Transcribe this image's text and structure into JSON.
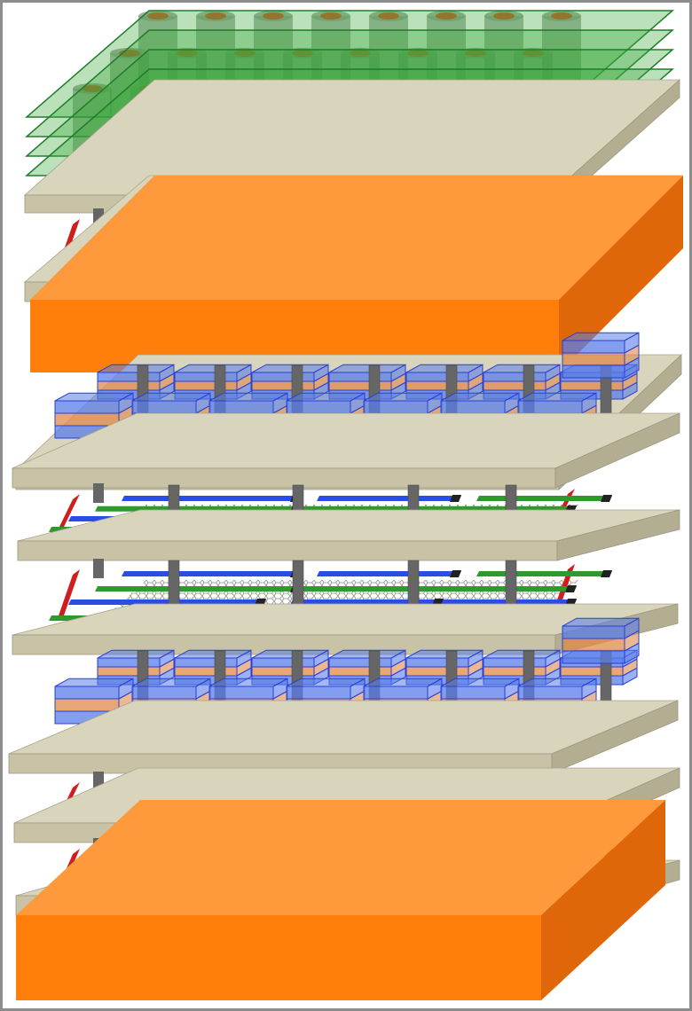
{
  "figure": {
    "kind": "3D monolithic layer stack illustration",
    "colors": {
      "background": "#ffffff",
      "frame_border": "#8c8c8c",
      "board_top": "#d9d4bc",
      "board_front": "#c8c2a6",
      "board_side": "#b3ad92",
      "substrate_front": "#ff7f0a",
      "substrate_top": "#ff9a3c",
      "substrate_side": "#e0660a",
      "green_plate": "#3aa83a",
      "green_plate_edge": "#1f7d2a",
      "cylinder": "#6a7c68",
      "cylinder_cap": "#c45a2c",
      "via": "#666666",
      "wire_blue": "#2a4de8",
      "wire_green": "#2e9a2e",
      "wire_red": "#d01e1e",
      "mesh": "#8a8a8a",
      "cube_blue": "#5a7de8",
      "cube_orange": "#e0894a",
      "cube_edge": "#2a3fd8"
    },
    "layers": [
      {
        "id": "sensor-plates",
        "type": "green-plates",
        "count": 4
      },
      {
        "id": "board-1",
        "type": "board"
      },
      {
        "id": "interconnect-1",
        "type": "interconnect"
      },
      {
        "id": "board-2",
        "type": "board"
      },
      {
        "id": "substrate-top",
        "type": "substrate"
      },
      {
        "id": "board-3",
        "type": "board"
      },
      {
        "id": "stack-cubes-1",
        "type": "cubes",
        "rows": 2
      },
      {
        "id": "board-4",
        "type": "board"
      },
      {
        "id": "interconnect-2",
        "type": "interconnect"
      },
      {
        "id": "board-5",
        "type": "board"
      },
      {
        "id": "interconnect-3",
        "type": "interconnect"
      },
      {
        "id": "board-6",
        "type": "board"
      },
      {
        "id": "stack-cubes-2",
        "type": "cubes",
        "rows": 2
      },
      {
        "id": "board-7",
        "type": "board"
      },
      {
        "id": "interconnect-4",
        "type": "interconnect"
      },
      {
        "id": "board-8",
        "type": "board"
      },
      {
        "id": "interconnect-5",
        "type": "interconnect"
      },
      {
        "id": "board-9",
        "type": "board"
      },
      {
        "id": "substrate-bottom",
        "type": "substrate"
      }
    ]
  }
}
